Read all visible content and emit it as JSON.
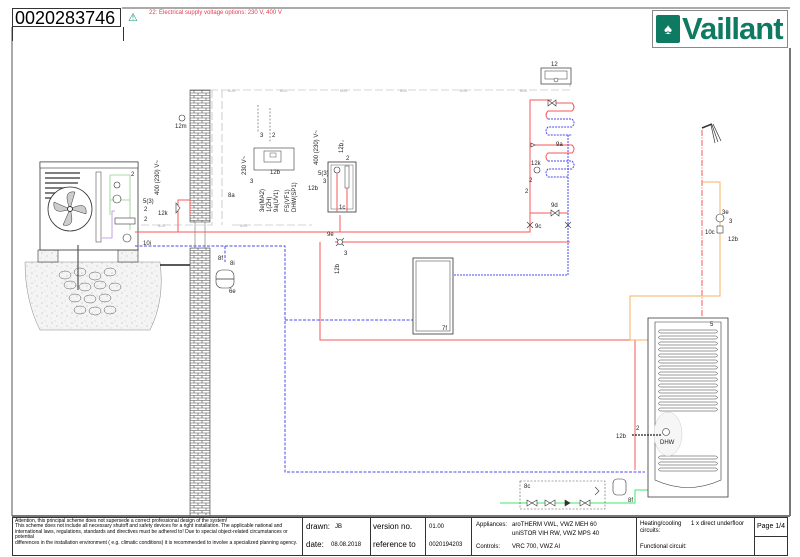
{
  "header": {
    "scheme_number": "0020283746",
    "warning_icon": "warning-triangle-icon",
    "warning_text": "22: Electrical supply voltage options: 230 V, 400 V",
    "brand": "Vaillant"
  },
  "diagram": {
    "bus_label": "BUS",
    "labels": {
      "heat_pump": "2",
      "hp_supply": "400 (230) V~",
      "hp_cable": "5(3)",
      "hp_cable2": "2",
      "hp_12k": "12k",
      "hp_bus2": "2",
      "hp_10i": "10i",
      "outdoor_sensor": "12m",
      "ctrl_unit": "12b",
      "ctrl_supply": "230 V~",
      "ctrl_3": "3",
      "ctrl_3b": "3",
      "ctrl_2": "2",
      "ctrl_terminals": [
        "3e(MA2)",
        "1(ZH)",
        "9a(UV1)",
        "FS(VF1)",
        "DHW(SP1)"
      ],
      "valve_8a": "8a",
      "module_supply": "400 (230) V~",
      "module_12b": "12b",
      "module_2": "2",
      "module_53": "5(3)",
      "module_3": "3",
      "module_12b_left": "12b",
      "module_1c": "1c",
      "valve_9e": "9e",
      "valve_9e_3": "3",
      "valve_9e_12b": "12b",
      "exp_8f": "8f",
      "exp_8i": "8i",
      "exp_6e": "6e",
      "buffer_7f": "7f",
      "room_ctrl_12": "12",
      "ufh_9a": "9a",
      "ufh_12k": "12k",
      "ufh_2": "2",
      "ufh_2b": "2",
      "ufh_9d": "9d",
      "ufh_9c": "9c",
      "circ_3e": "3e",
      "circ_3": "3",
      "circ_10c": "10c",
      "circ_12b": "12b",
      "tank_5": "5",
      "tank_sensor": "DHW",
      "tank_12b": "12b",
      "tank_2": "2",
      "group_8c": "8c",
      "exp_8f_b": "8f"
    }
  },
  "footer": {
    "disclaimer_title": "Attention, this principal scheme does not supersede a correct professional design of the system!",
    "disclaimer_1": "This scheme does not include all necessary shutoff and safety devices for a right installation. The applicable national and",
    "disclaimer_2": "international laws, regulations, standards and directives must be adhered to! Due to special object-related circumstances or potential",
    "disclaimer_3": "differences in the installation environment  ( e.g. climatic conditions)   it is recommended to involve a specialized planning agency.",
    "drawn_label": "drawn:",
    "drawn_value": "JB",
    "date_label": "date:",
    "date_value": "08.08.2018",
    "version_label": "version no.",
    "version_value": "01.00",
    "reference_label": "reference to",
    "reference_value": "0020194203",
    "appliances_label": "Appliances:",
    "appliances_1": "aroTHERM VWL, VWZ MEH 60",
    "appliances_2": "uniSTOR VIH RW, VWZ MPS 40",
    "controls_label": "Controls:",
    "controls_value": "VRC 700, VWZ AI",
    "heating_label": "Heating/cooling circuits:",
    "heating_value": "1 x direct underfloor",
    "functional_label": "Functional circuit:",
    "page": "Page 1/4"
  },
  "colors": {
    "flow": "#f45a5a",
    "return": "#4a4af0",
    "cold_water": "#3ee86a",
    "hot_water": "#f5b060",
    "bus": "#aaaaaa",
    "brand": "#0f7a62",
    "warning": "#e8384f"
  }
}
